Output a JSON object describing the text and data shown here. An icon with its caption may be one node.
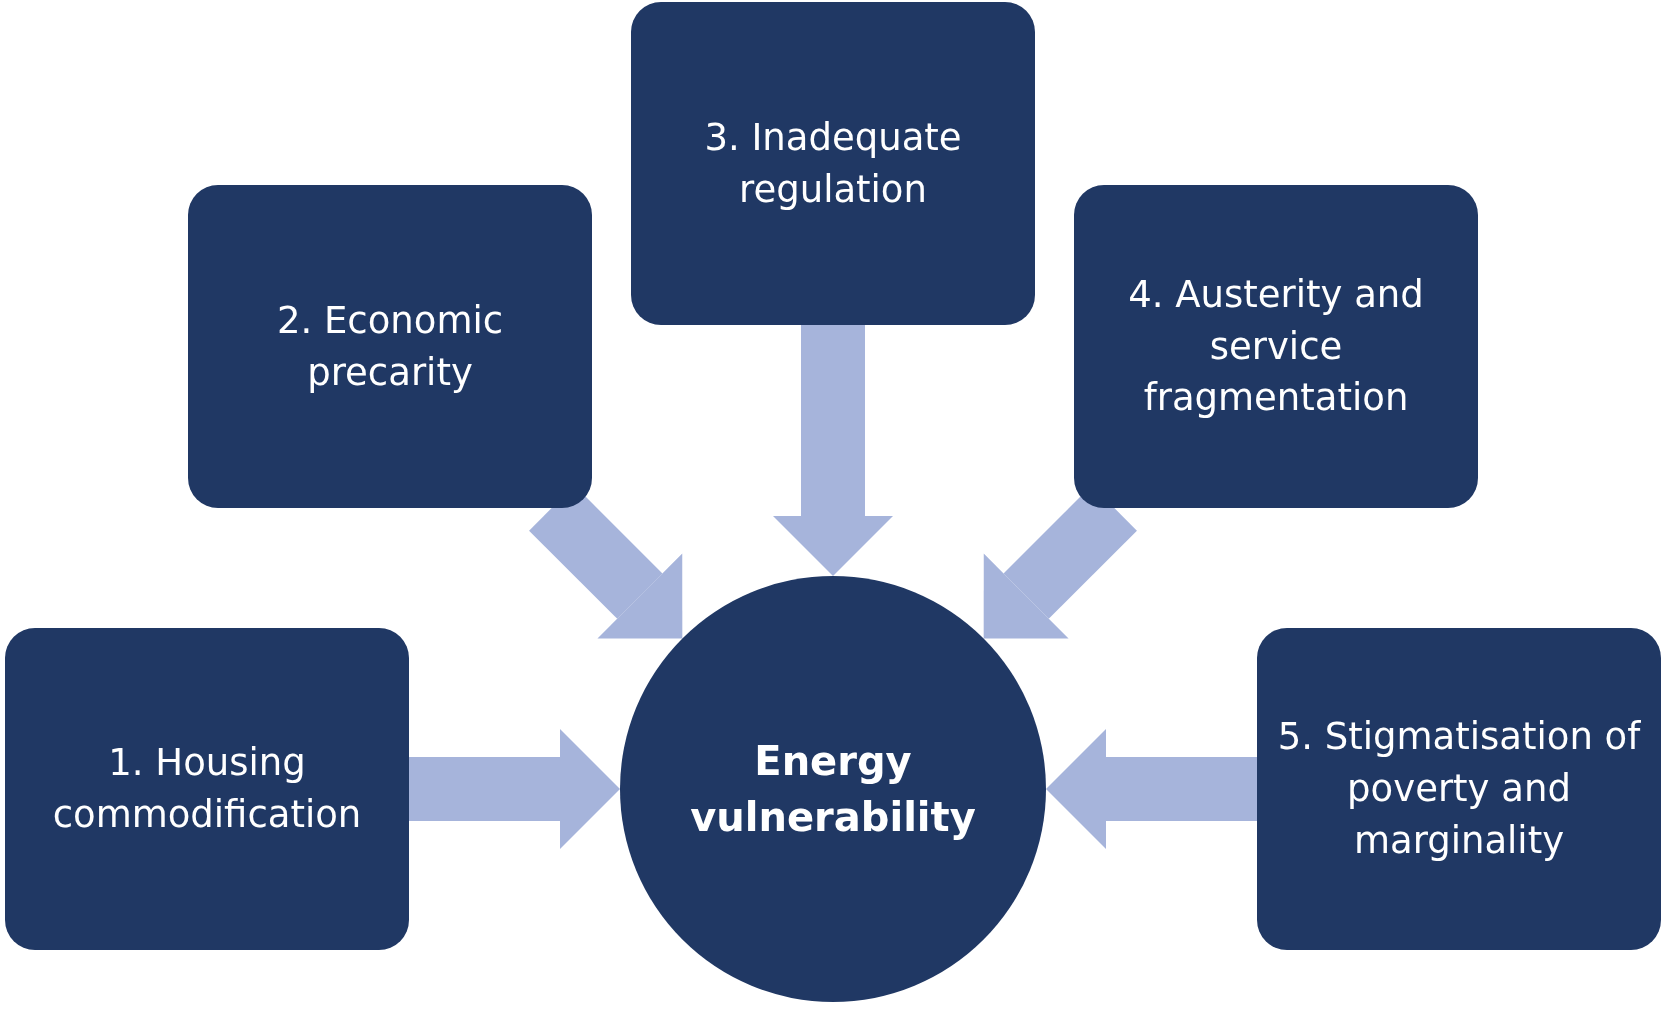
{
  "diagram": {
    "nodes": [
      {
        "text": [
          "1. Housing commodification"
        ]
      },
      {
        "text": [
          "2. Economic precarity"
        ]
      },
      {
        "text": [
          "3. Inadequate regulation"
        ]
      },
      {
        "text": [
          "4. Austerity and service fragmentation"
        ]
      },
      {
        "text": [
          "5. Stigmatisation of poverty and marginality"
        ]
      },
      {
        "text": [
          "Energy vulnerability"
        ]
      }
    ],
    "edges": [
      {
        "from": 0,
        "to": 5,
        "arrow": "to"
      },
      {
        "from": 1,
        "to": 5,
        "arrow": "to"
      },
      {
        "from": 2,
        "to": 5,
        "arrow": "to"
      },
      {
        "from": 3,
        "to": 5,
        "arrow": "to"
      },
      {
        "from": 4,
        "to": 5,
        "arrow": "to"
      }
    ]
  }
}
